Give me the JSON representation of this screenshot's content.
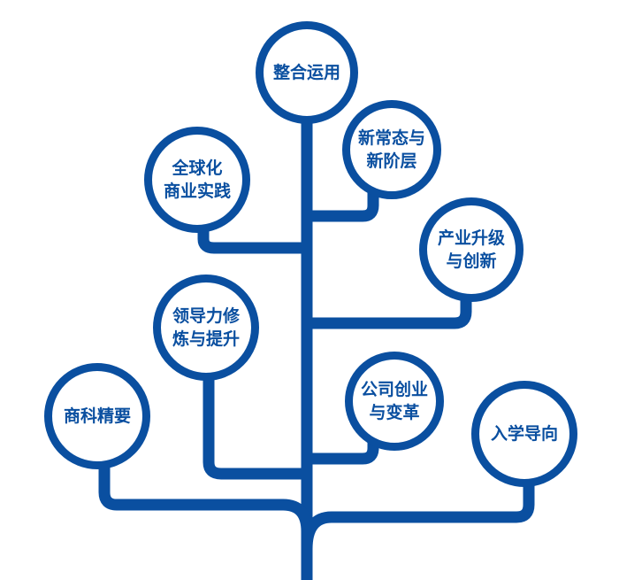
{
  "colors": {
    "primary": "#0a4fa0"
  },
  "nodes": [
    {
      "id": "integration",
      "label": "整合运用"
    },
    {
      "id": "global-business",
      "label": "全球化\n商业实践"
    },
    {
      "id": "new-normal",
      "label": "新常态与\n新阶层"
    },
    {
      "id": "industry-upgrade",
      "label": "产业升级\n与创新"
    },
    {
      "id": "leadership",
      "label": "领导力修\n炼与提升"
    },
    {
      "id": "corporate-venture",
      "label": "公司创业\n与变革"
    },
    {
      "id": "business-essentials",
      "label": "商科精要"
    },
    {
      "id": "orientation",
      "label": "入学导向"
    }
  ]
}
